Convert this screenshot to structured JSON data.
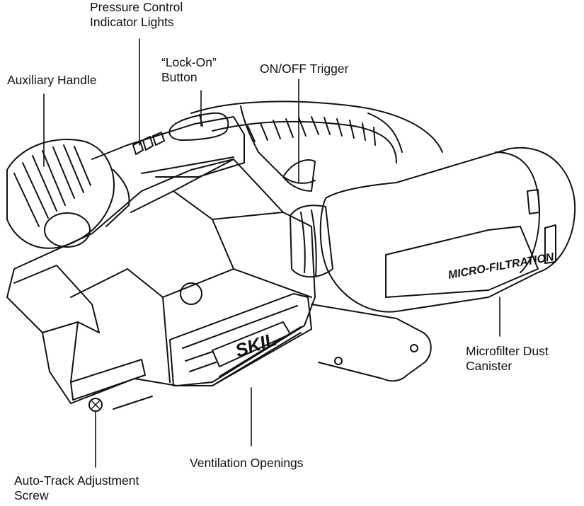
{
  "labels": {
    "pressure_control": {
      "line1": "Pressure Control",
      "line2": "Indicator Lights"
    },
    "lock_on": {
      "line1": "“Lock-On”",
      "line2": "Button"
    },
    "auxiliary_handle": {
      "line1": "Auxiliary Handle"
    },
    "on_off_trigger": {
      "line1": "ON/OFF Trigger"
    },
    "microfilter": {
      "line1": "Microfilter Dust",
      "line2": "Canister"
    },
    "ventilation": {
      "line1": "Ventilation Openings"
    },
    "auto_track": {
      "line1": "Auto-Track Adjustment",
      "line2": "Screw"
    }
  },
  "branding": {
    "logo": "SKIL",
    "canister_text": "MICRO-FILTRATION"
  },
  "colors": {
    "ink": "#111111",
    "paper": "#ffffff"
  }
}
